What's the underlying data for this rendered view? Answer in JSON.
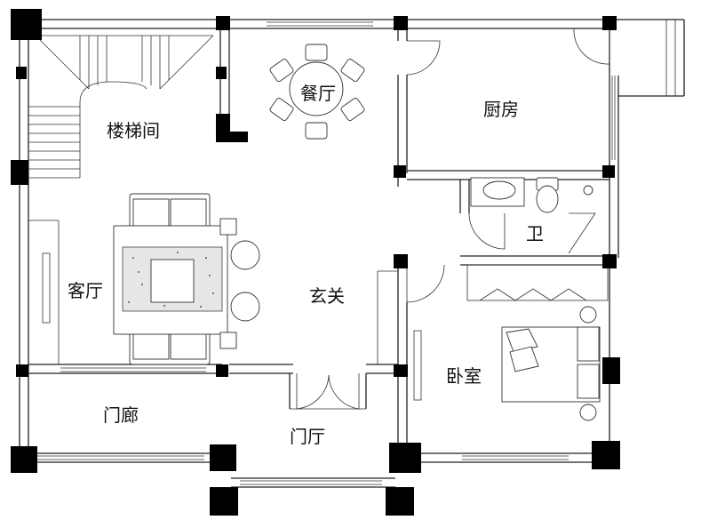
{
  "plan": {
    "rooms": [
      {
        "key": "stair",
        "label": "楼梯间"
      },
      {
        "key": "dining",
        "label": "餐厅"
      },
      {
        "key": "kitchen",
        "label": "厨房"
      },
      {
        "key": "bath",
        "label": "卫"
      },
      {
        "key": "living",
        "label": "客厅"
      },
      {
        "key": "foyer",
        "label": "玄关"
      },
      {
        "key": "bedroom",
        "label": "卧室"
      },
      {
        "key": "porch",
        "label": "门廊"
      },
      {
        "key": "entry_hall",
        "label": "门厅"
      }
    ]
  }
}
